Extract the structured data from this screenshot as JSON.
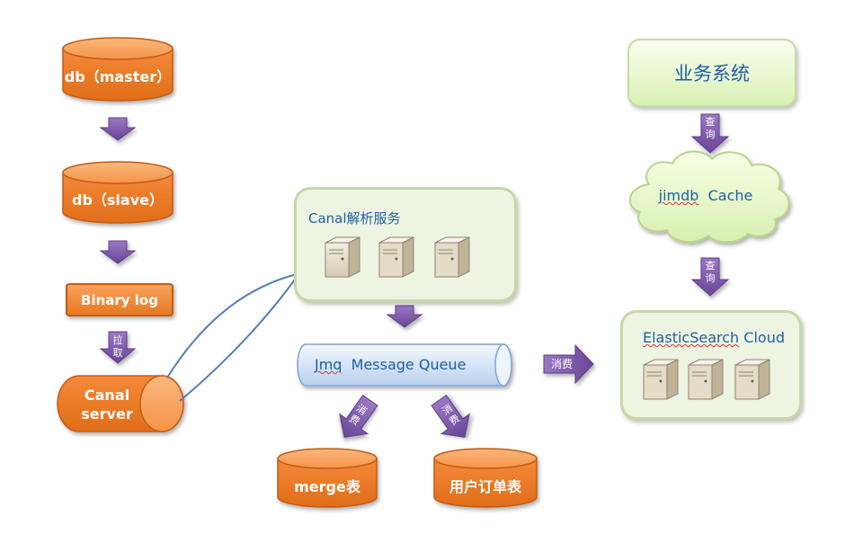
{
  "nodes": {
    "db_master": "db（master）",
    "db_slave": "db（slave）",
    "binary_log": "Binary log",
    "canal_server_line1": "Canal",
    "canal_server_line2": "server",
    "canal_service": "Canal解析服务",
    "jmq_prefix": "Jmq",
    "jmq_rest": "Message Queue",
    "merge_table": "merge表",
    "user_order_table": "用户订单表",
    "business_system": "业务系统",
    "jimdb_prefix": "jimdb",
    "jimdb_rest": "Cache",
    "es_prefix": "ElasticSearch",
    "es_rest": "Cloud"
  },
  "arrows": {
    "pull": "拉取",
    "query1": "查询",
    "query2": "查询",
    "consume_es": "消费",
    "consume_merge": "消费",
    "consume_order": "消费"
  },
  "colors": {
    "orange_top": "#f9a45f",
    "orange_body": "#ea7b26",
    "orange_border": "#c15b12",
    "purple_arrow": "#7b55a6",
    "panel_bg": "#eef4e2",
    "panel_border": "#c5d9a4",
    "text_blue": "#1f5fa8",
    "link_line": "#4f7fb8"
  }
}
